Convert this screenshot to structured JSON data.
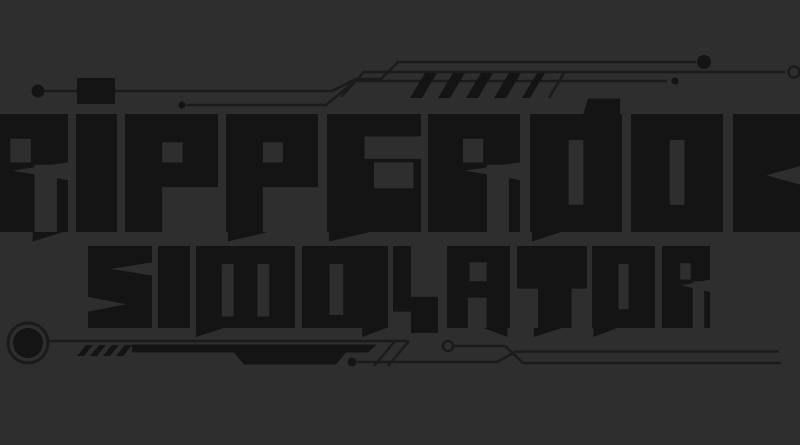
{
  "page": {
    "title": "Ripperdoc Simulator"
  },
  "logo": {
    "line1": "RIPPERDOC",
    "line2": "SIMULATOR"
  },
  "colors": {
    "background": "#2e2e2e",
    "ink": "#141414",
    "trace": "#1b1b1b"
  },
  "decor": {
    "top_left_node": "filled-dot",
    "top_left_chip": "rectangle-block",
    "top_traces": "angled-circuit-lines",
    "top_hatch_count": 5,
    "top_right_node": "filled-dot",
    "top_right_ring": "open-ring",
    "bottom_left_ring": "target-ring",
    "bottom_bar": "tapered-bar-with-belly",
    "bottom_hatch_count": 4,
    "bottom_right_ring": "small-open-ring"
  }
}
